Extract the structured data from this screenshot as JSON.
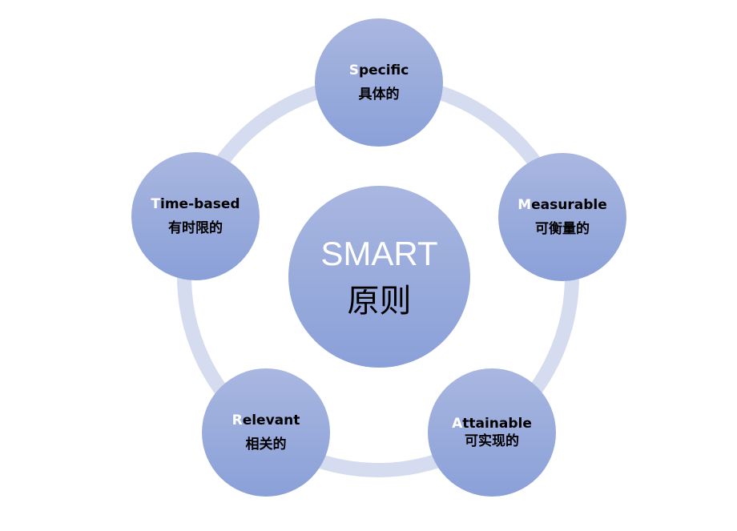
{
  "center": {
    "title": "SMART",
    "subtitle": "原则"
  },
  "items": [
    {
      "first": "S",
      "rest": "pecific",
      "zh": "具体的"
    },
    {
      "first": "M",
      "rest": "easurable",
      "zh": "可衡量的"
    },
    {
      "first": "A",
      "rest": "ttainable",
      "zh": "可实现的"
    },
    {
      "first": "R",
      "rest": "elevant",
      "zh": "相关的"
    },
    {
      "first": "T",
      "rest": "ime-based",
      "zh": "有时限的"
    }
  ],
  "colors": {
    "ring": "#d6dcef",
    "node_top": "#a9b7e0",
    "node_bottom": "#8aa0d8"
  }
}
